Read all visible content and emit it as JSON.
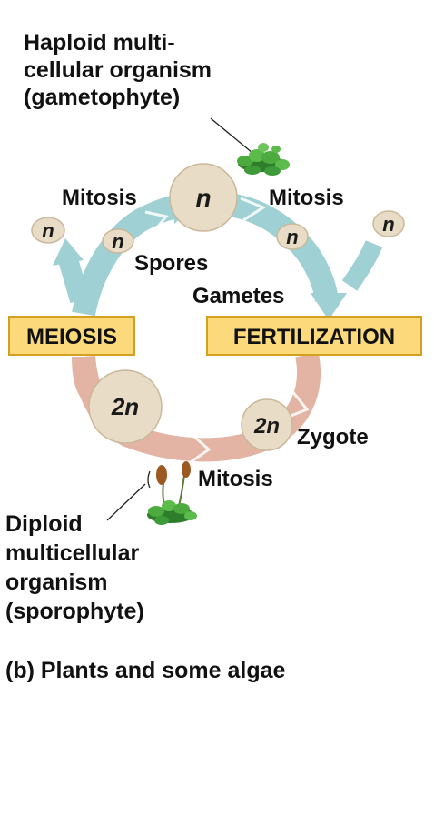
{
  "gametophyte_label": [
    "Haploid multi-",
    "cellular organism",
    "(gametophyte)"
  ],
  "sporophyte_label": [
    "Diploid",
    "multicellular",
    "organism",
    "(sporophyte)"
  ],
  "stages": {
    "meiosis": "MEIOSIS",
    "fertilization": "FERTILIZATION"
  },
  "labels": {
    "mitosis_left": "Mitosis",
    "mitosis_right": "Mitosis",
    "mitosis_bottom": "Mitosis",
    "spores": "Spores",
    "gametes": "Gametes",
    "zygote": "Zygote"
  },
  "cells": {
    "haploid_big": "n",
    "spore_1": "n",
    "spore_2": "n",
    "gamete_1": "n",
    "gamete_2": "n",
    "diploid_big": "2n",
    "zygote": "2n"
  },
  "caption": "(b) Plants and some algae",
  "colors": {
    "haploid_arrow": "#9fd0d4",
    "diploid_arrow": "#e3b3a3",
    "stage_box_fill": "#fcd97a",
    "stage_box_border": "#d4a020",
    "cell_fill": "#e9dcc6",
    "cell_stroke": "#c9b89a",
    "plant_green": "#3f9a3a",
    "capsule_brown": "#9c5a22"
  }
}
